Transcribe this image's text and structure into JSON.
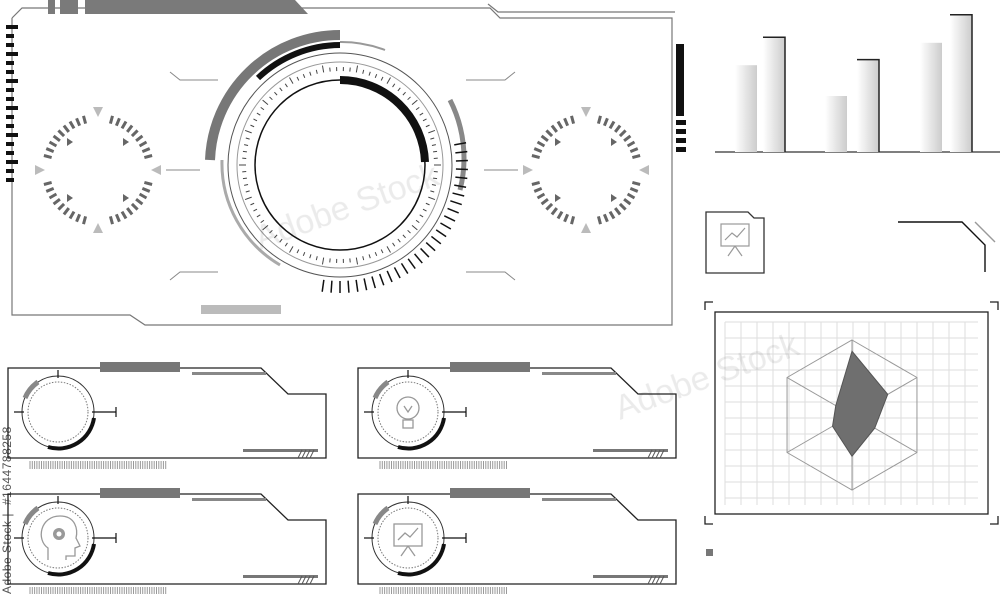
{
  "stock": {
    "prefix": "Adobe Stock",
    "separator": "|",
    "id": "#1644788258",
    "watermark": "Adobe Stock"
  },
  "colors": {
    "stroke": "#2b2b2b",
    "dark": "#111111",
    "mid": "#7a7a7a",
    "light": "#b0b0b0",
    "faint": "#dcdcdc",
    "radar_fill": "#6f6f6f"
  },
  "mini_chart": {
    "values": [
      0.62,
      0.82,
      0.4,
      0.66,
      0.78,
      0.98
    ]
  },
  "radar_chart": {
    "values": [
      0.85,
      0.55,
      0.35,
      0.55,
      0.3,
      0.25
    ]
  },
  "panels": [
    {
      "icon": "empty-dial-icon"
    },
    {
      "icon": "lightbulb-icon"
    },
    {
      "icon": "head-gear-icon"
    },
    {
      "icon": "presentation-board-icon"
    }
  ],
  "icons": {
    "presentation": "presentation-board-icon",
    "lightbulb": "lightbulb-icon",
    "head_gear": "head-gear-icon"
  }
}
